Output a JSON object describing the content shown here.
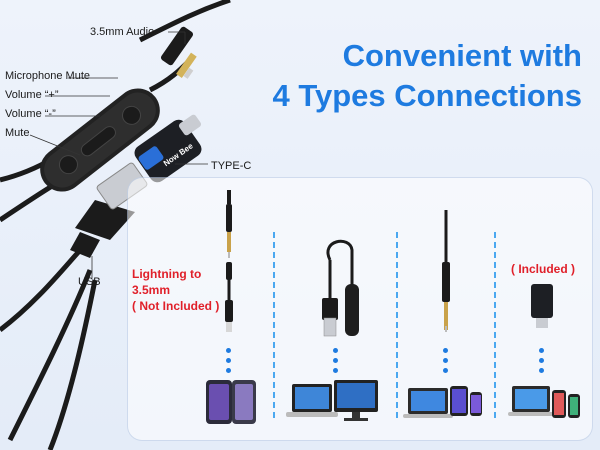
{
  "headline": {
    "line1": "Convenient with",
    "line2": "4 Types Connections"
  },
  "callouts": {
    "audio": "3.5mm Audio",
    "mic_mute": "Microphone Mute",
    "vol_up": "Volume “+”",
    "vol_down": "Volume “-”",
    "mute": "Mute",
    "usb": "USB",
    "type_c": "TYPE-C"
  },
  "adapter_brand": "Now Bee",
  "connections": {
    "lightning_note": [
      "Lightning to",
      "3.5mm",
      "( Not Included )"
    ],
    "typec_note": "( Included )"
  },
  "colors": {
    "accent": "#1e7be0",
    "note_red": "#e0202a",
    "cable": "#1b1b1b"
  }
}
